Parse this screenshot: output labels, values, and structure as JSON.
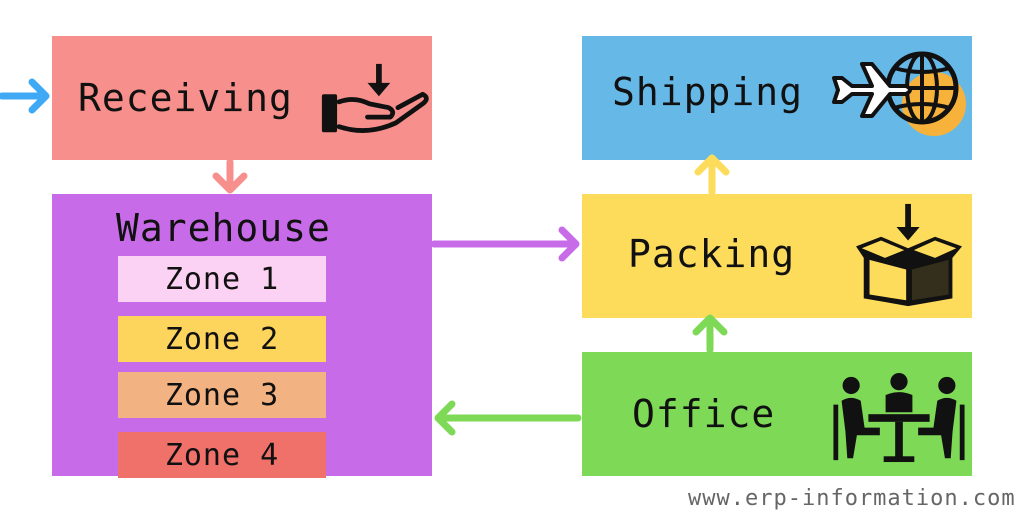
{
  "nodes": {
    "receiving": {
      "label": "Receiving",
      "color": "#f7908c",
      "icon": "hand-receive-icon"
    },
    "warehouse": {
      "label": "Warehouse",
      "color": "#c76be8"
    },
    "shipping": {
      "label": "Shipping",
      "color": "#66b8e6",
      "icon": "plane-globe-icon"
    },
    "packing": {
      "label": "Packing",
      "color": "#fddc5c",
      "icon": "box-icon"
    },
    "office": {
      "label": "Office",
      "color": "#7ed957",
      "icon": "meeting-icon"
    }
  },
  "zones": [
    {
      "label": "Zone 1",
      "color": "#fbd2f4"
    },
    {
      "label": "Zone 2",
      "color": "#fdd45c"
    },
    {
      "label": "Zone 3",
      "color": "#f3b282"
    },
    {
      "label": "Zone 4",
      "color": "#f0706a"
    }
  ],
  "edges": [
    {
      "from": "external",
      "to": "receiving",
      "color": "#3fa9f5"
    },
    {
      "from": "receiving",
      "to": "warehouse",
      "color": "#f7908c"
    },
    {
      "from": "warehouse",
      "to": "packing",
      "color": "#c76be8"
    },
    {
      "from": "packing",
      "to": "shipping",
      "color": "#fddc5c"
    },
    {
      "from": "office",
      "to": "packing",
      "color": "#7ed957"
    },
    {
      "from": "office",
      "to": "warehouse",
      "color": "#7ed957"
    }
  ],
  "watermark": "www.erp-information.com"
}
